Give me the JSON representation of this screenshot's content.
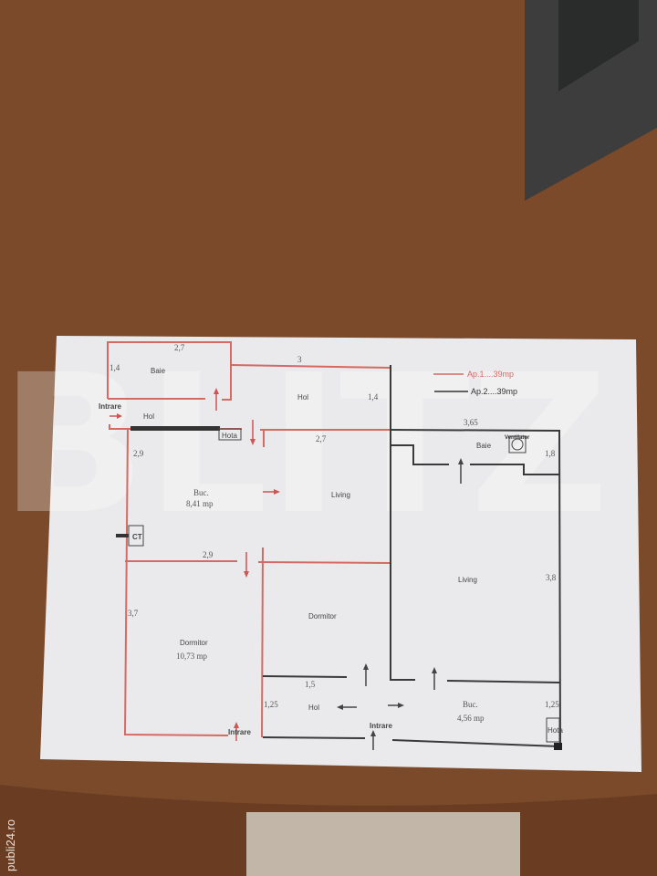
{
  "watermark": {
    "text": "BLITZ",
    "site": "publi24.ro"
  },
  "legend": {
    "ap1": "Ap.1....39mp",
    "ap2": "Ap.2....39mp",
    "ap1_color": "#d46a63",
    "ap2_color": "#3a3a3a"
  },
  "ap1": {
    "baie": "Baie",
    "hol_top": "Hol",
    "hol_left": "Hol",
    "intrare_top": "Intrare",
    "hota": "Hota",
    "buc": "Buc.",
    "buc_area": "8,41 mp",
    "living": "Living",
    "ct": "CT",
    "dormitor_left": "Dormitor",
    "dormitor_left_area": "10,73 mp",
    "dormitor_mid": "Dormitor",
    "intrare_bottom": "Intrare",
    "dims": {
      "d27_top": "2,7",
      "d14_left": "1,4",
      "d3": "3",
      "d14_right": "1,4",
      "d27_mid": "2,7",
      "d29_left": "2,9",
      "d29_mid": "2,9",
      "d37": "3,7"
    }
  },
  "ap2": {
    "baie": "Baie",
    "ventilator": "Ventilator",
    "living": "Living",
    "hol": "Hol",
    "buc": "Buc.",
    "buc_area": "4,56 mp",
    "intrare": "Intrare",
    "hota": "Hota",
    "dims": {
      "d365": "3,65",
      "d18": "1,8",
      "d38": "3,8",
      "d15": "1,5",
      "d125_left": "1,25",
      "d125_right": "1,25"
    }
  }
}
